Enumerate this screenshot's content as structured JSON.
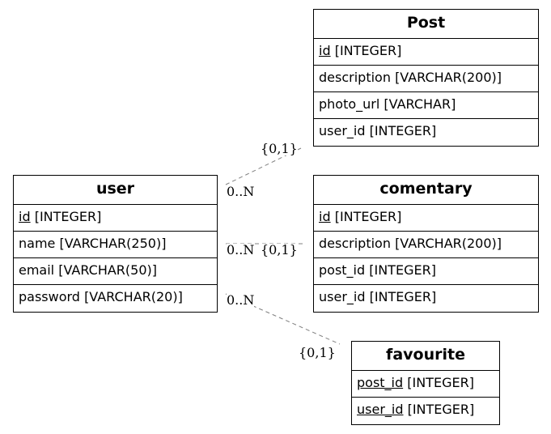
{
  "tables": {
    "post": {
      "title": "Post",
      "columns": [
        {
          "name": "id",
          "type": "[INTEGER]",
          "pk": true
        },
        {
          "name": "description",
          "type": "[VARCHAR(200)]",
          "pk": false
        },
        {
          "name": "photo_url",
          "type": "[VARCHAR]",
          "pk": false
        },
        {
          "name": "user_id",
          "type": "[INTEGER]",
          "pk": false
        }
      ]
    },
    "user": {
      "title": "user",
      "columns": [
        {
          "name": "id",
          "type": "[INTEGER]",
          "pk": true
        },
        {
          "name": "name",
          "type": "[VARCHAR(250)]",
          "pk": false
        },
        {
          "name": "email",
          "type": "[VARCHAR(50)]",
          "pk": false
        },
        {
          "name": "password",
          "type": "[VARCHAR(20)]",
          "pk": false
        }
      ]
    },
    "comentary": {
      "title": "comentary",
      "columns": [
        {
          "name": "id",
          "type": "[INTEGER]",
          "pk": true
        },
        {
          "name": "description",
          "type": "[VARCHAR(200)]",
          "pk": false
        },
        {
          "name": "post_id",
          "type": "[INTEGER]",
          "pk": false
        },
        {
          "name": "user_id",
          "type": "[INTEGER]",
          "pk": false
        }
      ]
    },
    "favourite": {
      "title": "favourite",
      "columns": [
        {
          "name": "post_id",
          "type": "[INTEGER]",
          "pk": true
        },
        {
          "name": "user_id",
          "type": "[INTEGER]",
          "pk": true
        }
      ]
    }
  },
  "relationships": [
    {
      "from": "user",
      "to": "Post",
      "from_card": "0..N",
      "to_card": "{0,1}"
    },
    {
      "from": "user",
      "to": "comentary",
      "from_card": "0..N",
      "to_card": "{0,1}"
    },
    {
      "from": "user",
      "to": "favourite",
      "from_card": "0..N",
      "to_card": "{0,1}"
    }
  ],
  "colors": {
    "line": "#808080",
    "border": "#000000"
  }
}
